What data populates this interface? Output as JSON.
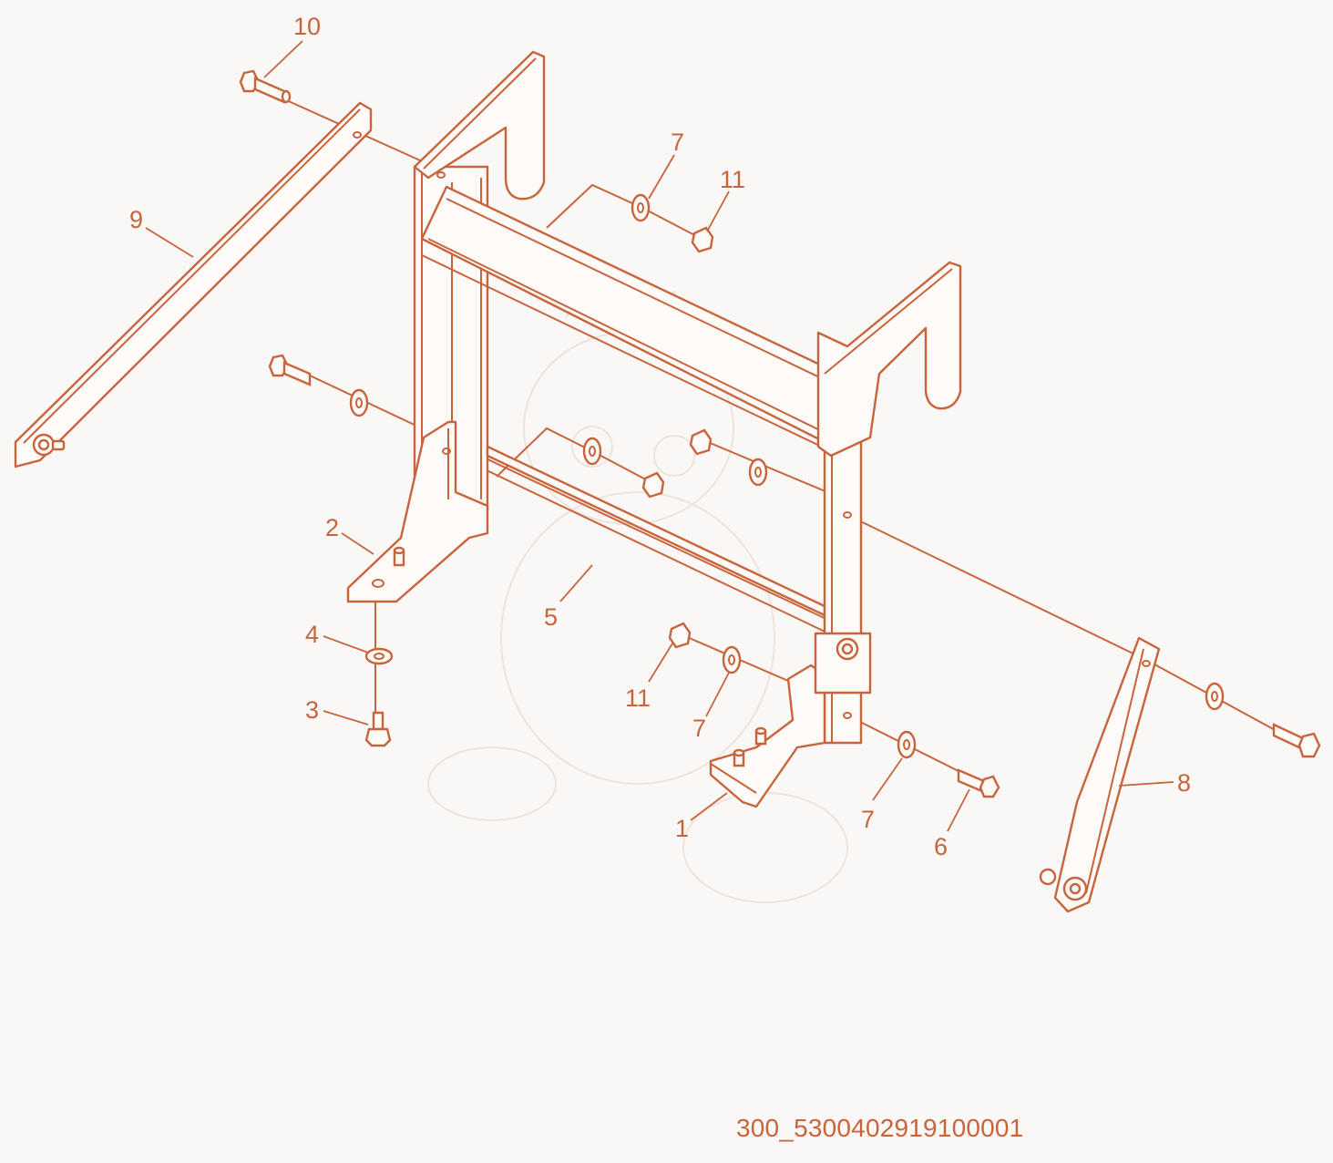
{
  "drawing": {
    "id_text": "300_5300402919100001",
    "accent_color": "#c8643c",
    "background_color": "#faf8f6"
  },
  "callouts": {
    "c1": "1",
    "c2": "2",
    "c3": "3",
    "c4": "4",
    "c5": "5",
    "c6": "6",
    "c7a": "7",
    "c7b": "7",
    "c7c": "7",
    "c8": "8",
    "c9": "9",
    "c10": "10",
    "c11a": "11",
    "c11b": "11"
  }
}
